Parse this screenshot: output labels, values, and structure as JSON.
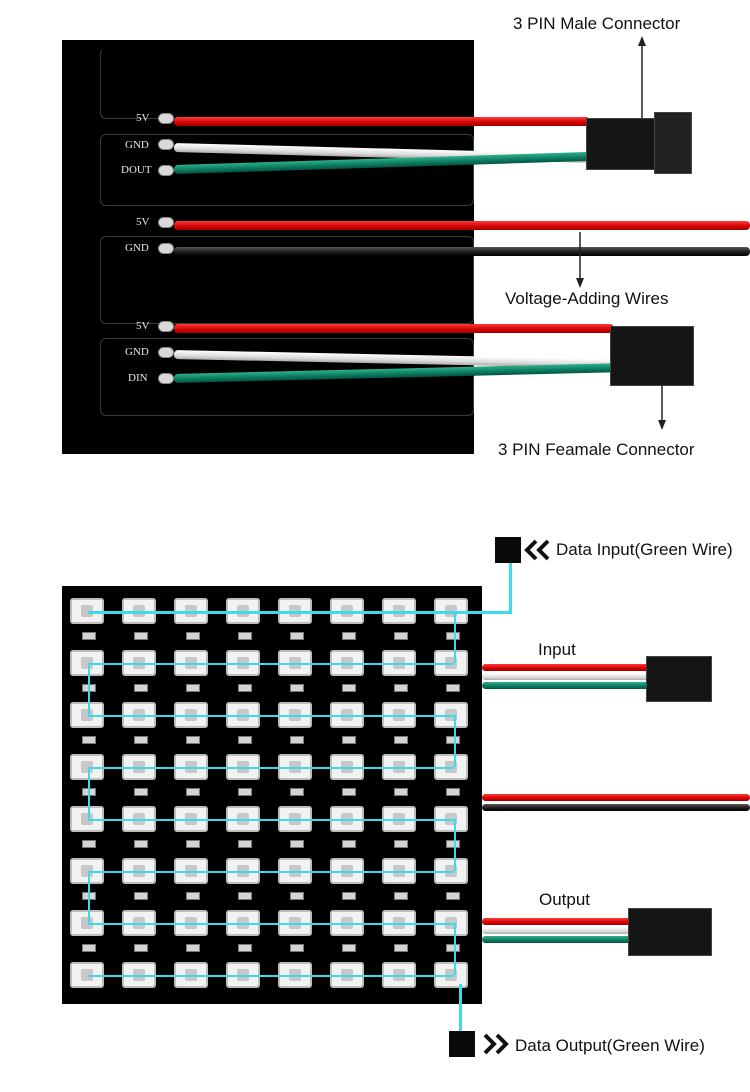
{
  "top_panel": {
    "pin_labels": {
      "group1": [
        "5V",
        "GND",
        "DOUT"
      ],
      "group2": [
        "5V",
        "GND"
      ],
      "group3": [
        "5V",
        "GND",
        "DIN"
      ]
    },
    "callouts": {
      "male_connector": "3 PIN Male Connector",
      "voltage_wires": "Voltage-Adding Wires",
      "female_connector": "3 PIN Feamale Connector"
    }
  },
  "bottom_panel": {
    "matrix_rows": 8,
    "matrix_cols": 8,
    "data_input_label": "Data Input(Green Wire)",
    "data_output_label": "Data Output(Green Wire)",
    "input_label": "Input",
    "output_label": "Output"
  },
  "colors": {
    "wire_red": "#e00000",
    "wire_green": "#0b7a5e",
    "wire_white": "#f0f0f0",
    "signal_path": "#3fd9ee",
    "pcb": "#000000"
  }
}
